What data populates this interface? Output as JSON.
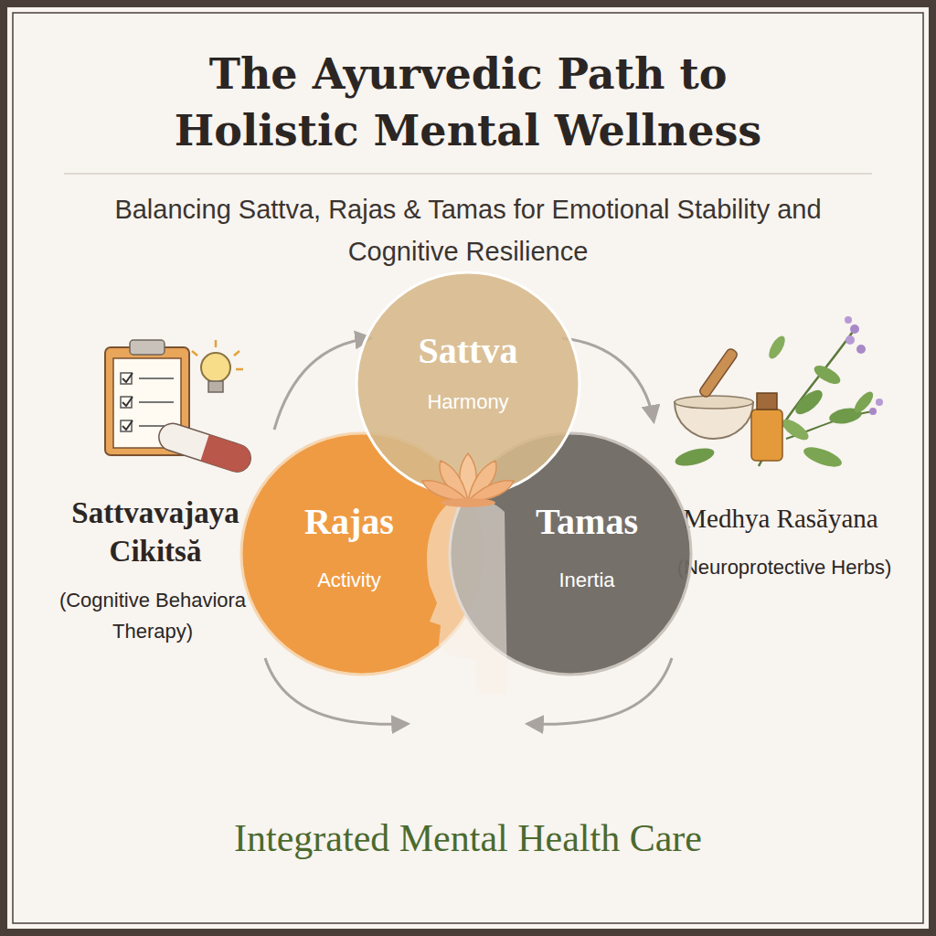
{
  "diagram": {
    "title": "The Ayurvedic Path to Holistic Mental Wellness",
    "caption": "Integrated Mental Health Care",
    "nodes": [
      {
        "text": [
          "Sattva",
          "Harmony"
        ]
      },
      {
        "text": [
          "Rajas",
          "Activity"
        ]
      },
      {
        "text": [
          "Tamas",
          "Inertia"
        ]
      }
    ],
    "labels": [
      "Balancing Sattva, Rajas & Tamas for Emotional Stability and Cognitive Resilience",
      "Sattvavajaya Cikitsă",
      "(Cognitive Behaviora Therapy)",
      "Medhya Rasăyana",
      "(Neuroprotective Herbs)"
    ]
  }
}
